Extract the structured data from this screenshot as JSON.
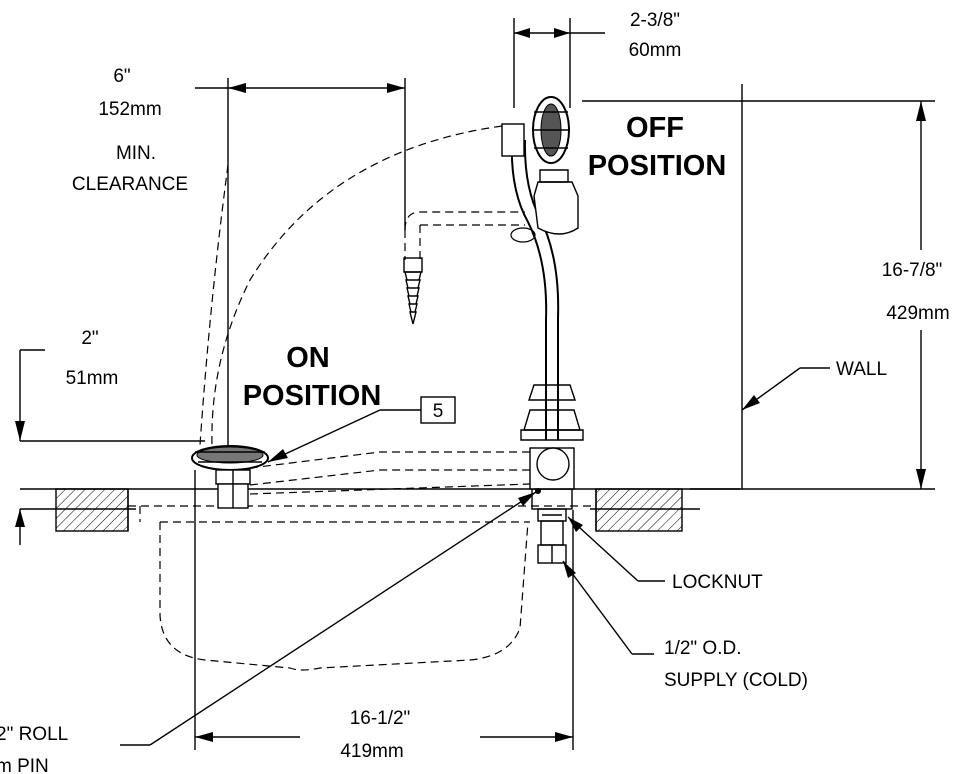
{
  "dimensions": {
    "top_width": {
      "inch": "2-3/8\"",
      "mm": "60mm"
    },
    "clearance": {
      "inch": "6\"",
      "mm": "152mm",
      "note_1": "MIN.",
      "note_2": "CLEARANCE"
    },
    "height_right": {
      "inch": "16-7/8\"",
      "mm": "429mm"
    },
    "handle_height": {
      "inch": "2\"",
      "mm": "51mm"
    },
    "bottom_width": {
      "inch": "16-1/2\"",
      "mm": "419mm"
    }
  },
  "positions": {
    "off_1": "OFF",
    "off_2": "POSITION",
    "on_1": "ON",
    "on_2": "POSITION"
  },
  "callouts": {
    "item_number": "5",
    "wall": "WALL",
    "locknut": "LOCKNUT",
    "supply_1": "1/2\" O.D.",
    "supply_2": "SUPPLY (COLD)",
    "roll_pin_1": "2\"  ROLL",
    "roll_pin_2": "m   PIN"
  }
}
